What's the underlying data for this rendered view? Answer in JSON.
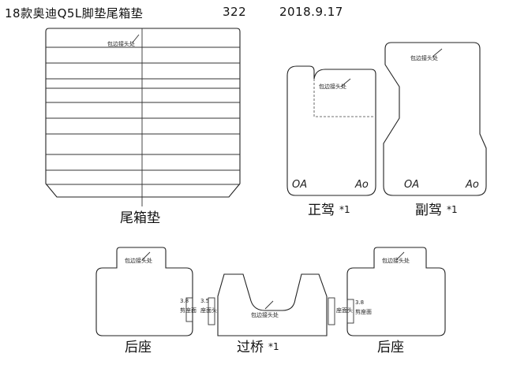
{
  "header": {
    "title": "18款奥迪Q5L脚垫尾箱垫",
    "code": "322",
    "date": "2018.9.17"
  },
  "note_label": "包边接头处",
  "pieces": {
    "trunk": {
      "caption": "尾箱垫"
    },
    "driver": {
      "caption": "正驾",
      "qty": "*1",
      "logo_left": "OA",
      "logo_right": "Ao"
    },
    "passenger": {
      "caption": "副驾",
      "qty": "*1",
      "logo_left": "OA",
      "logo_right": "Ao"
    },
    "rear_left": {
      "caption": "后座",
      "tab_num": "3.8",
      "tab_text": "剪座面"
    },
    "bridge": {
      "caption": "过桥",
      "qty": "*1",
      "tab_left_num": "3.5",
      "tab_left_text": "座面头",
      "tab_right_text": "座面头"
    },
    "rear_right": {
      "caption": "后座",
      "tab_num": "3.8",
      "tab_text": "剪座面"
    }
  }
}
